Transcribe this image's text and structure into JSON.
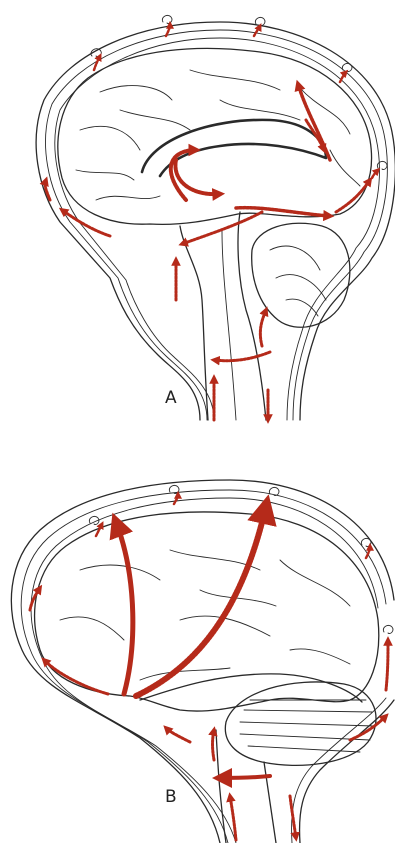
{
  "panels": [
    {
      "label": "A",
      "view": "sagittal"
    },
    {
      "label": "B",
      "view": "lateral"
    }
  ],
  "colors": {
    "outline": "#2a2a2a",
    "flow_arrows": "#b52a1a",
    "background": "#ffffff"
  }
}
